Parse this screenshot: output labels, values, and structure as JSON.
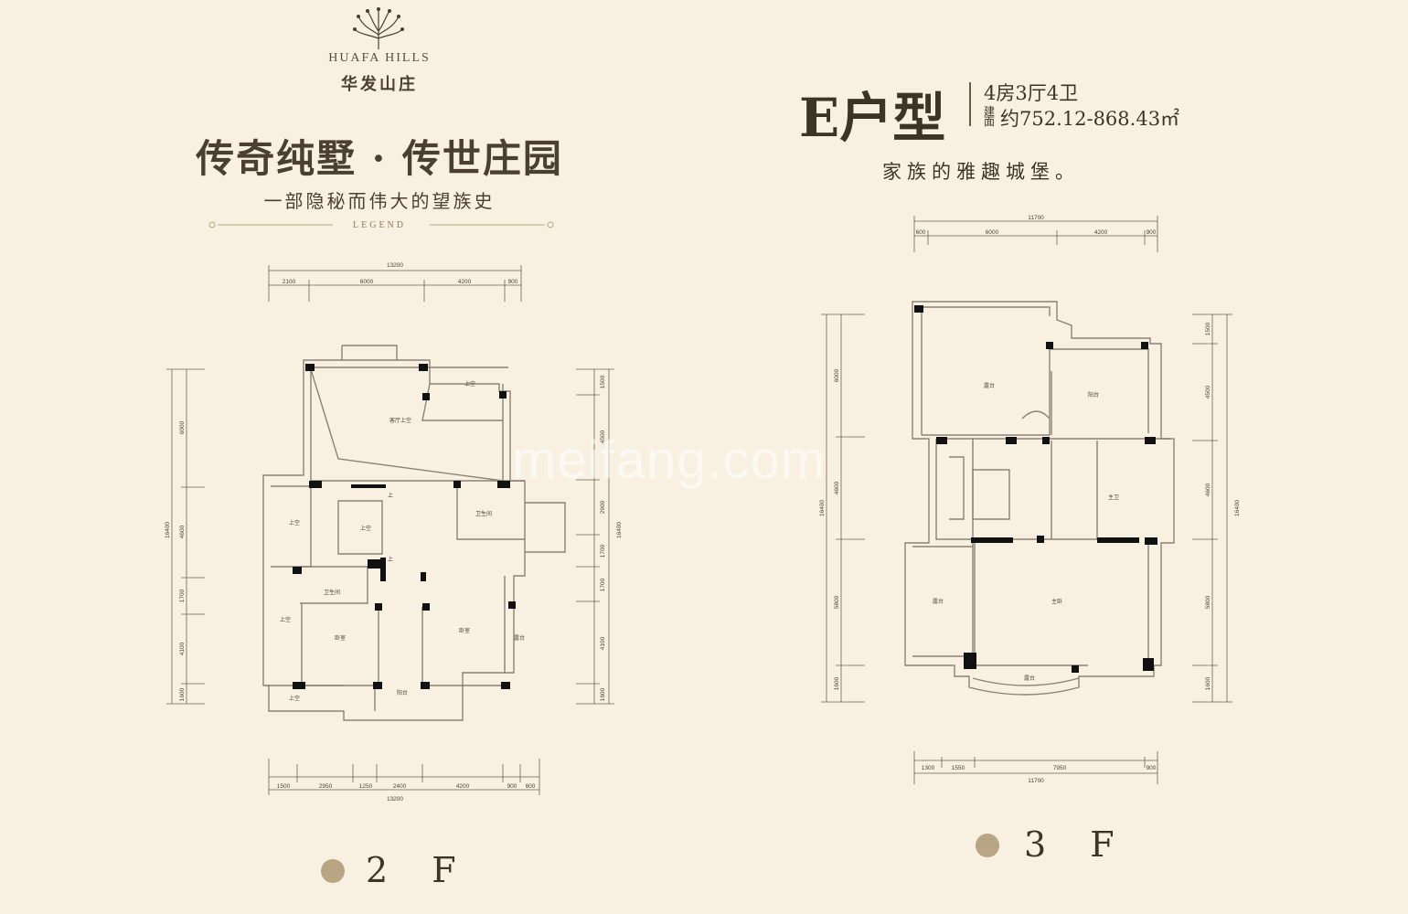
{
  "brand": {
    "name_en": "HUAFA HILLS",
    "name_cn": "华发山庄"
  },
  "slogan": {
    "main": "传奇纯墅 · 传世庄园",
    "sub": "一部隐秘而伟大的望族史"
  },
  "legend_label": "LEGEND",
  "unit_type": {
    "title": "E户型",
    "rooms": "4房3厅4卫",
    "area_label": "建面",
    "area": "约752.12-868.43㎡",
    "tagline": "家族的雅趣城堡。"
  },
  "floor2": {
    "label": "2 F",
    "dims": {
      "top_total": "13200",
      "top_segments": [
        "2100",
        "6000",
        "4200",
        "900"
      ],
      "bottom_segments": [
        "1500",
        "2950",
        "1250",
        "2400",
        "4200",
        "900",
        "600"
      ],
      "bottom_total": "13200",
      "left_segments": [
        "6000",
        "4600",
        "1700",
        "4100",
        "1600"
      ],
      "left_total": "16400",
      "right_segments": [
        "1500",
        "4500",
        "2900",
        "1700",
        "1700",
        "4100",
        "1600"
      ],
      "right_total": "16400"
    },
    "rooms": {
      "living_void": "客厅上空",
      "void": "上空",
      "bathroom": "卫生间",
      "bedroom": "卧室",
      "terrace": "露台",
      "balcony": "阳台",
      "stair_up": "上"
    }
  },
  "floor3": {
    "label": "3 F",
    "dims": {
      "top_total": "11700",
      "top_segments": [
        "600",
        "6000",
        "4200",
        "900"
      ],
      "bottom_segments": [
        "1300",
        "1550",
        "7950",
        "900"
      ],
      "bottom_total": "11700",
      "left_segments": [
        "6000",
        "4600",
        "5800",
        "1600"
      ],
      "left_total": "16400",
      "right_segments": [
        "1500",
        "4500",
        "4600",
        "5800",
        "1600"
      ],
      "right_total": "16400"
    },
    "rooms": {
      "terrace": "露台",
      "balcony": "阳台",
      "master_bath": "主卫",
      "master_bedroom": "主卧"
    }
  },
  "watermark": "meifang.com",
  "colors": {
    "background": "#f8f1e2",
    "ink": "#3d3428",
    "accent": "#b7a583",
    "wall": "#8a8276"
  }
}
